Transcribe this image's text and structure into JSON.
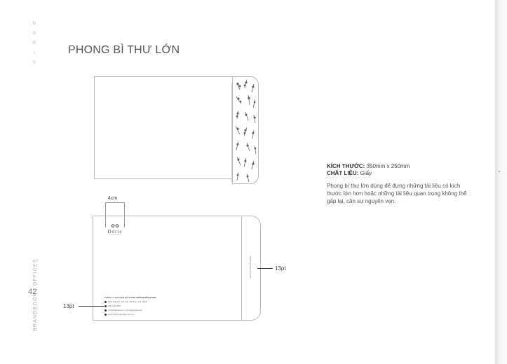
{
  "brand": {
    "letters": [
      "D",
      "O",
      "R",
      "I",
      "S"
    ]
  },
  "title": "PHONG BÌ THƯ LỚN",
  "sidebar": {
    "label": "BRANDBOOK | OFFICES",
    "page_number": "42"
  },
  "dimension": {
    "flap_width": "4cm"
  },
  "margins": {
    "left_label": "13pt",
    "right_label": "13pt"
  },
  "logo": {
    "mark": "✿✿",
    "word": "Dorie",
    "sub": "LINH GIA CONG TY"
  },
  "contact": {
    "company": "CÔNG TY CỔ PHẦN MỸ PHẨM THIÊN NHIÊN DORIS",
    "rows": [
      "12/3 Nguyễn Văn Thủ, Đa Kao, Q.1, HCM",
      "(28) 123 4567",
      "contact@doris.vn | doris@gmail.com",
      "www.doriscosmetics.com.vn"
    ]
  },
  "flap_text": "ĐỊA CHỈ NGƯỜI NHẬN",
  "specs": {
    "size_label": "KÍCH THƯỚC:",
    "size_value": "350mm x 250mm",
    "material_label": "CHẤT LIỆU:",
    "material_value": "Giấy"
  },
  "description": "Phong bì thư lớn dùng để đựng những tài liệu có kích thước lớn hơn hoặc những tài liệu quan trọng không thể gấp lại, cần sự nguyên vẹn.",
  "colors": {
    "line": "#bbbbbb",
    "text": "#444444",
    "sprig": "#555555"
  }
}
